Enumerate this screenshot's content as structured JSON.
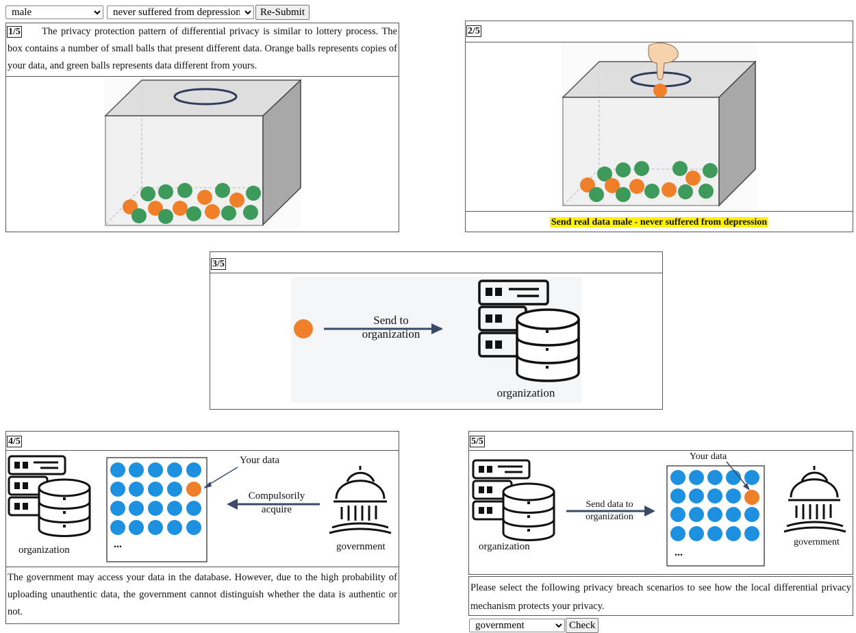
{
  "controls": {
    "gender_value": "male",
    "condition_value": "never suffered from depression",
    "resubmit_label": "Re-Submit",
    "scenario_value": "government",
    "check_label": "Check"
  },
  "panel1": {
    "step": "1/5",
    "text": "The privacy protection pattern of differential privacy is similar to lottery process. The box contains a number of small balls that present different data. Orange balls represents copies of your data, and green balls represents data different from yours."
  },
  "panel2": {
    "step": "2/5",
    "caption": "Send real data male - never suffered from depression"
  },
  "panel3": {
    "step": "3/5",
    "arrow_label_1": "Send to",
    "arrow_label_2": "organization",
    "org_label": "organization"
  },
  "panel4": {
    "step": "4/5",
    "org_label": "organization",
    "your_data": "Your data",
    "acquire_1": "Compulsorily",
    "acquire_2": "acquire",
    "gov_label": "government",
    "dots": "...",
    "text": "The government may access your data in the database. However, due to the high probability of uploading unauthentic data, the government cannot distinguish whether the data is authentic or not."
  },
  "panel5": {
    "step": "5/5",
    "org_label": "organization",
    "your_data": "Your data",
    "send_1": "Send data to",
    "send_2": "organization",
    "gov_label": "government",
    "dots": "...",
    "text": "Please select the following privacy breach scenarios to see how the local differential privacy mechanism protects your privacy."
  },
  "colors": {
    "orange": "#f07f2a",
    "green": "#3e9a5a",
    "blue": "#1e90e0",
    "highlight": "#fff200",
    "arrow": "#3b4a66"
  }
}
